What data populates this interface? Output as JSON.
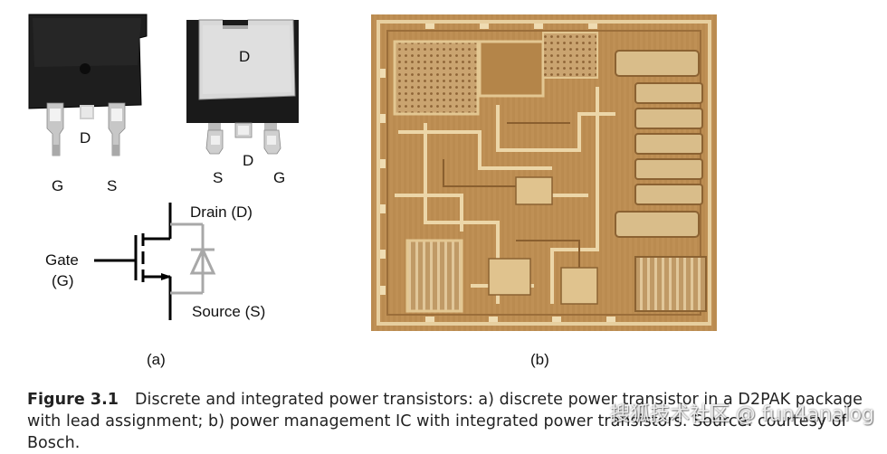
{
  "panel_a": {
    "package1": {
      "pins": [
        "G",
        "D",
        "S"
      ]
    },
    "package2": {
      "tab": "D",
      "pins": [
        "S",
        "D",
        "G"
      ]
    },
    "symbol": {
      "drain": "Drain (D)",
      "gate_line1": "Gate",
      "gate_line2": "(G)",
      "source": "Source (S)"
    },
    "label": "(a)"
  },
  "panel_b": {
    "label": "(b)"
  },
  "caption": {
    "figure": "Figure 3.1",
    "text": "Discrete and integrated power transistors: a) discrete power transistor in a D2PAK package with lead assignment; b) power management IC with integrated power transistors. Source: courtesy of Bosch."
  },
  "watermark": "搜狐技术社区 @ fun4analog",
  "colors": {
    "die_gold": "#c89a5a",
    "die_dark": "#9a6a3a",
    "diode_gray": "#a8a8a8"
  }
}
